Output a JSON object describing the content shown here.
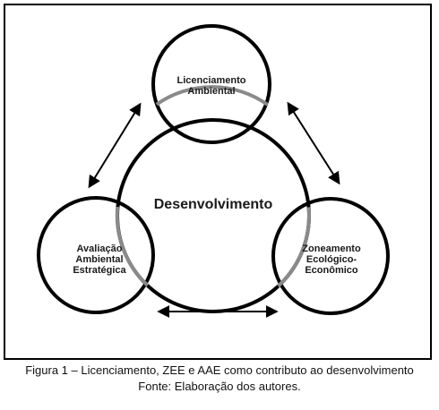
{
  "diagram": {
    "center_label": "Desenvolvimento",
    "nodes": {
      "top": [
        "Licenciamento",
        "Ambiental"
      ],
      "left": [
        "Avaliação",
        "Ambiental",
        "Estratégica"
      ],
      "right": [
        "Zoneamento",
        "Ecológico-",
        "Econômico"
      ]
    },
    "colors": {
      "stroke": "#000000",
      "overlap_stroke": "#8a8a8a"
    }
  },
  "caption": {
    "line1": "Figura 1 – Licenciamento, ZEE e AAE como contributo ao desenvolvimento",
    "line2": "Fonte: Elaboração dos autores."
  }
}
